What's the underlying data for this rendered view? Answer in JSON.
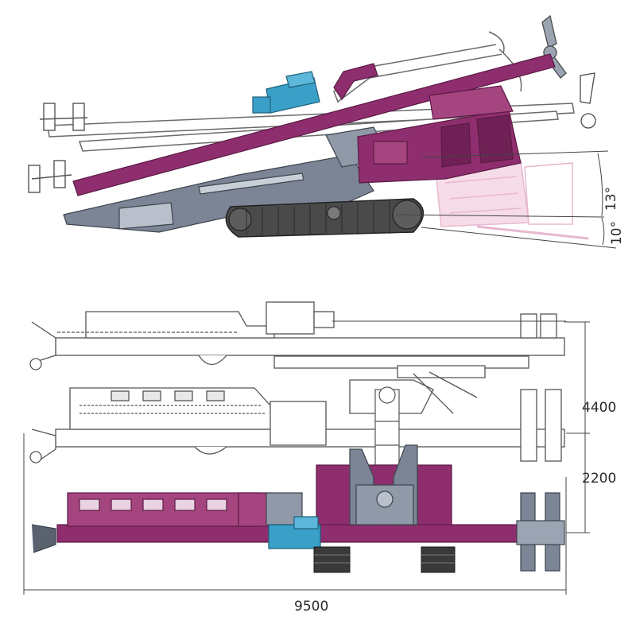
{
  "dimensions": {
    "side_angle_upper": "13°",
    "side_angle_lower": "10°",
    "height_upper": "4400",
    "height_lower": "2200",
    "overall_length": "9500"
  },
  "colors": {
    "magenta": "#8e2e6e",
    "magenta_light": "#a5457f",
    "blue": "#3aa0c8",
    "grey": "#7b8595",
    "grey_dark": "#5a6270",
    "track": "#4a4a4a",
    "line": "#5a5a5a",
    "pink_ghost": "#e7b8cf"
  }
}
